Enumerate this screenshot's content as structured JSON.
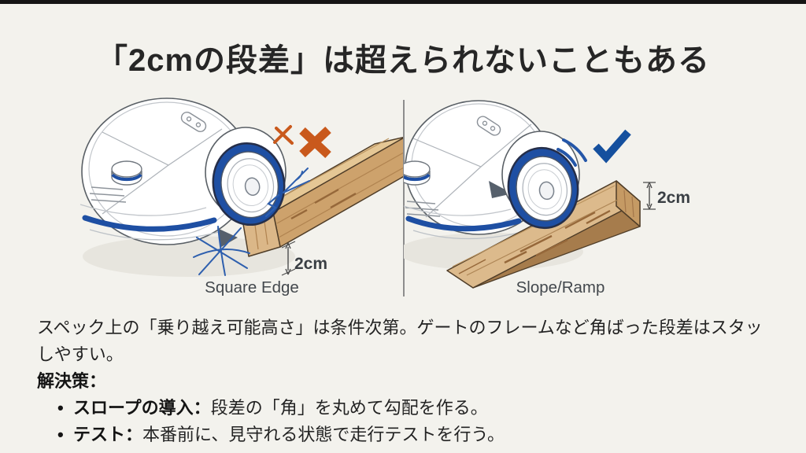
{
  "slide": {
    "title": "「2cmの段差」は超えられないこともある",
    "figure": {
      "left": {
        "label": "Square Edge",
        "dimension": "2cm",
        "verdict_icon": "cross-icon",
        "verdict_color": "#c9591c"
      },
      "right": {
        "label": "Slope/Ramp",
        "dimension": "2cm",
        "verdict_icon": "check-icon",
        "verdict_color": "#15509e"
      }
    },
    "body": {
      "paragraph_line1": "スペック上の「乗り越え可能高さ」は条件次第。ゲートのフレームなど角ばった段差はスタッ",
      "paragraph_line2": "しやすい。",
      "solutions_heading": "解決策：",
      "bullets": [
        {
          "bold": "スロープの導入：",
          "text": "段差の「角」を丸めて勾配を作る。"
        },
        {
          "bold": "テスト：",
          "text": "本番前に、見守れる状態で走行テストを行う。"
        }
      ]
    },
    "colors": {
      "background": "#f3f2ed",
      "letterbox": "#151515",
      "title_text": "#262626",
      "body_text": "#232323",
      "accent_blue": "#1e4fa3",
      "cross_orange": "#c9591c",
      "check_blue": "#15509e",
      "wood_light": "#dcba8c",
      "wood_dark": "#c59a64"
    }
  }
}
